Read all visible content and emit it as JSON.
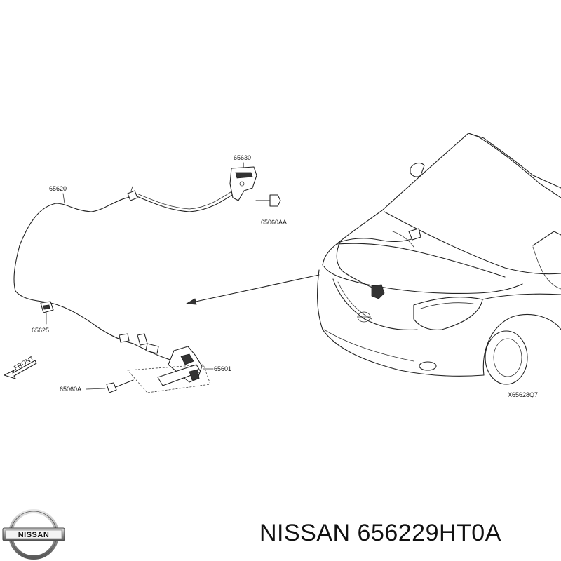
{
  "diagram": {
    "callouts": {
      "p65630": "65630",
      "p65620": "65620",
      "p65060AA": "65060AA",
      "p65625": "65625",
      "p65601": "65601",
      "p65060A": "65060A",
      "front": "FRONT",
      "drawing_ref": "X65628Q7"
    }
  },
  "brand": {
    "logo_text": "NISSAN"
  },
  "caption": {
    "text": "NISSAN 656229HT0A"
  }
}
